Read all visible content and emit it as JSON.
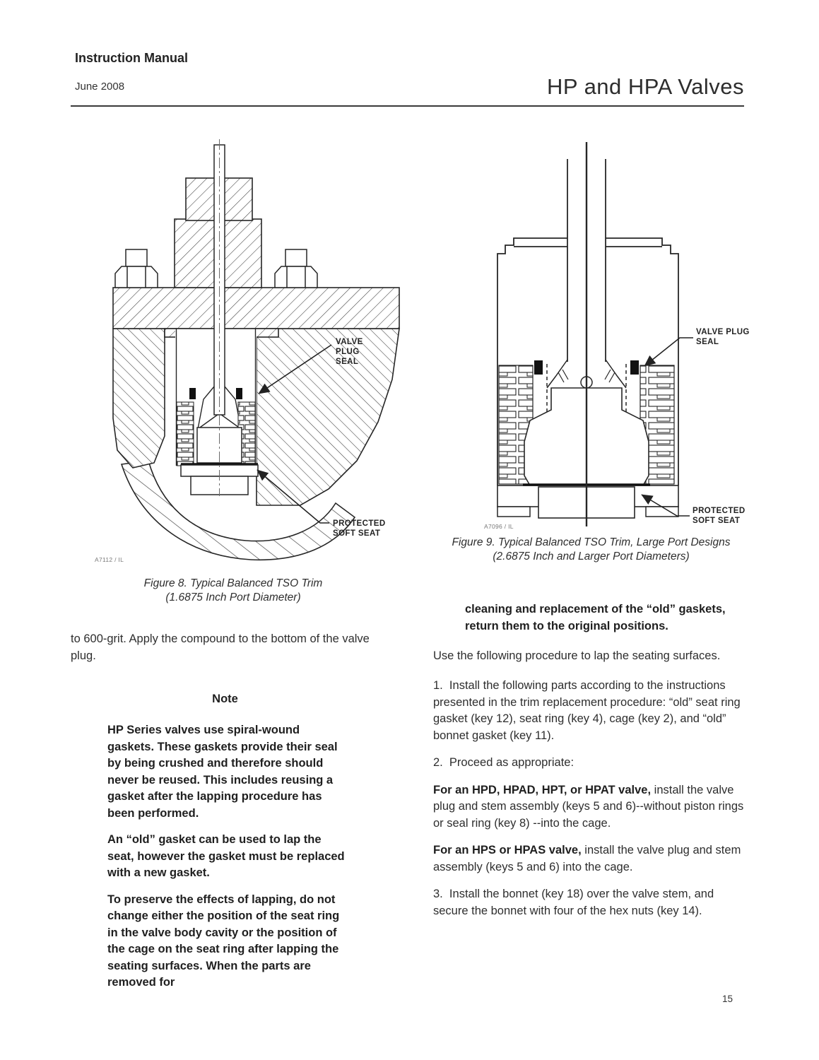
{
  "header": {
    "doc_type": "Instruction Manual",
    "date": "June 2008",
    "title": "HP and HPA Valves"
  },
  "figure8": {
    "labels": {
      "valve_plug_seal": [
        "VALVE",
        "PLUG",
        "SEAL"
      ],
      "protected_soft_seat": [
        "PROTECTED",
        "SOFT SEAT"
      ]
    },
    "drawing_code": "A7112 / IL",
    "caption_line1": "Figure 8. Typical Balanced TSO Trim",
    "caption_line2": "(1.6875 Inch Port Diameter)"
  },
  "figure9": {
    "labels": {
      "valve_plug_seal": [
        "VALVE PLUG",
        "SEAL"
      ],
      "protected_soft_seat": [
        "PROTECTED",
        "SOFT SEAT"
      ]
    },
    "drawing_code": "A7096 / IL",
    "caption_line1": "Figure 9. Typical Balanced TSO Trim, Large Port Designs",
    "caption_line2": "(2.6875 Inch and Larger Port Diameters)"
  },
  "left_column": {
    "para1": "to 600-grit. Apply the compound to the bottom of the valve plug.",
    "note_heading": "Note",
    "note_paras": [
      "HP Series valves use spiral-wound gaskets. These gaskets provide their seal by being crushed and therefore should never be reused. This includes reusing a gasket after the lapping procedure has been performed.",
      "An “old” gasket can be used to lap the seat, however the gasket must be replaced with a new gasket.",
      "To preserve the effects of lapping, do not change either the position of the seat ring in the valve body cavity or the position of the cage on the seat ring after lapping the seating surfaces. When the parts are removed for"
    ]
  },
  "right_column": {
    "note_continuation": "cleaning and replacement of the “old” gaskets, return them to the original positions.",
    "intro": "Use the following procedure to lap the seating surfaces.",
    "step1": "1.  Install the following parts according to the instructions presented in the trim replacement procedure: “old” seat ring gasket (key 12), seat ring (key 4), cage (key 2), and “old” bonnet gasket (key 11).",
    "step2": "2.  Proceed as appropriate:",
    "hpd_bold": "For an HPD, HPAD, HPT, or HPAT valve,",
    "hpd_rest": " install the valve plug and stem assembly (keys 5 and 6)--without piston rings or seal ring (key 8) --into the cage.",
    "hps_bold": "For an HPS or HPAS valve,",
    "hps_rest": " install the valve plug and stem assembly (keys 5 and 6) into the cage.",
    "step3": "3.  Install the bonnet (key 18) over the valve stem, and secure the bonnet with four of the hex nuts (key 14)."
  },
  "footer": {
    "page_number": "15"
  },
  "colors": {
    "text": "#2b2b2b",
    "line": "#262626",
    "seal_fill": "#111111"
  }
}
